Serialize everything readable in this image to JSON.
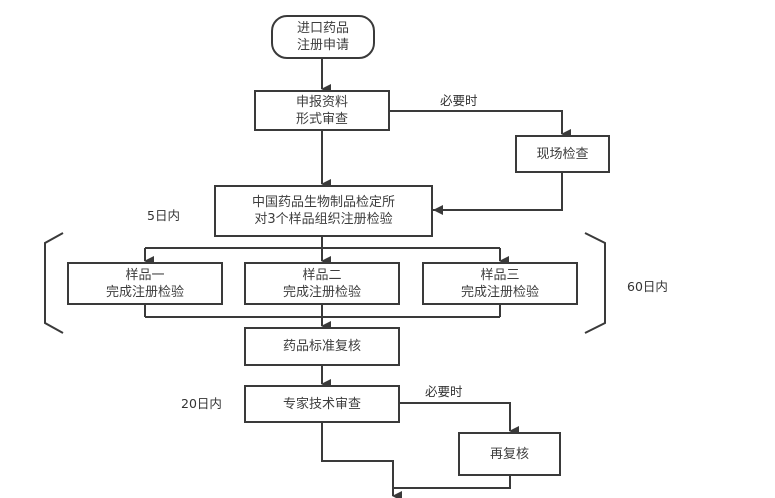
{
  "diagram": {
    "type": "flowchart",
    "nodes": {
      "start": {
        "lines": [
          "进口药品",
          "注册申请"
        ]
      },
      "formal_review": {
        "lines": [
          "申报资料",
          "形式审查"
        ]
      },
      "site_inspection": {
        "lines": [
          "现场检查"
        ]
      },
      "nicpbp": {
        "lines": [
          "中国药品生物制品检定所",
          "对3个样品组织注册检验"
        ]
      },
      "sample1": {
        "lines": [
          "样品一",
          "完成注册检验"
        ]
      },
      "sample2": {
        "lines": [
          "样品二",
          "完成注册检验"
        ]
      },
      "sample3": {
        "lines": [
          "样品三",
          "完成注册检验"
        ]
      },
      "standard_review": {
        "lines": [
          "药品标准复核"
        ]
      },
      "expert_review": {
        "lines": [
          "专家技术审查"
        ]
      },
      "re_review": {
        "lines": [
          "再复核"
        ]
      }
    },
    "labels": {
      "when_necessary_1": "必要时",
      "when_necessary_2": "必要时",
      "within_5_days": "5日内",
      "within_60_days": "60日内",
      "within_20_days": "20日内"
    },
    "colors": {
      "line": "#3a3a3a",
      "text": "#3d3d3d",
      "background": "#ffffff"
    }
  }
}
